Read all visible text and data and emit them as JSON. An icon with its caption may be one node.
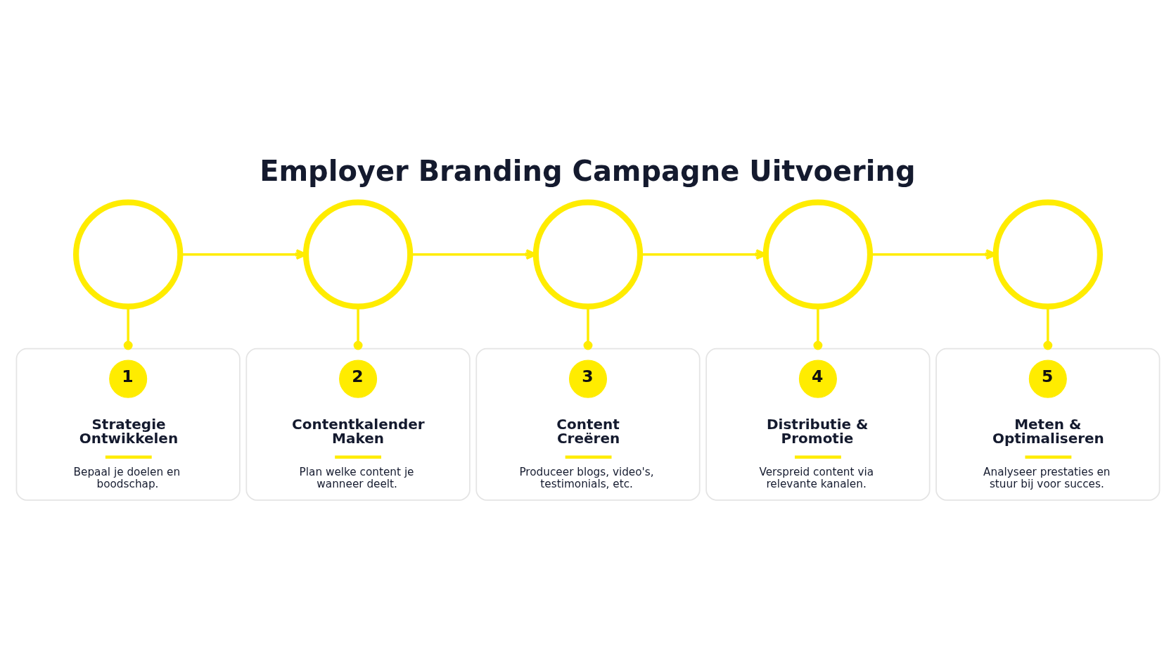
{
  "diagram": {
    "title": "Employer Branding Campagne Uitvoering",
    "nodes": [
      {
        "text": [],
        "shape": "circle"
      },
      {
        "text": [],
        "shape": "circle"
      },
      {
        "text": [],
        "shape": "circle"
      },
      {
        "text": [],
        "shape": "circle"
      },
      {
        "text": [],
        "shape": "circle"
      },
      {
        "text": [
          "Strategie Ontwikkelen",
          "Bepaal je doelen en boodschap."
        ]
      },
      {
        "text": [
          "1"
        ],
        "in": 5
      },
      {
        "text": [
          "Contentkalender Maken",
          "Plan welke content je wanneer deelt."
        ]
      },
      {
        "text": [
          "2"
        ],
        "in": 7
      },
      {
        "text": [
          "Content Creëren",
          "Produceer blogs, video's, testimonials, etc."
        ]
      },
      {
        "text": [
          "3"
        ],
        "in": 9
      },
      {
        "text": [
          "Distributie & Promotie",
          "Verspreid content via relevante kanalen."
        ]
      },
      {
        "text": [
          "4"
        ],
        "in": 11
      },
      {
        "text": [
          "Meten & Optimaliseren",
          "Analyseer prestaties en stuur bij voor succes."
        ]
      },
      {
        "text": [
          "5"
        ],
        "in": 13
      }
    ],
    "edges": [
      {
        "from": 0,
        "to": 1,
        "arrow": "to"
      },
      {
        "from": 1,
        "to": 2,
        "arrow": "to"
      },
      {
        "from": 2,
        "to": 3,
        "arrow": "to"
      },
      {
        "from": 3,
        "to": 4,
        "arrow": "to"
      },
      {
        "from": 0,
        "to": 5,
        "arrow": "other"
      },
      {
        "from": 1,
        "to": 7,
        "arrow": "other"
      },
      {
        "from": 2,
        "to": 9,
        "arrow": "other"
      },
      {
        "from": 3,
        "to": 11,
        "arrow": "other"
      },
      {
        "from": 4,
        "to": 13,
        "arrow": "other"
      }
    ]
  }
}
